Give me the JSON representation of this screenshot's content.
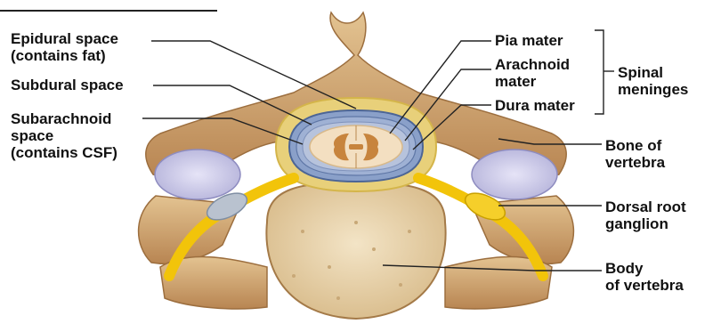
{
  "figure": {
    "labels": {
      "epidural_line1": "Epidural space",
      "epidural_line2": "(contains fat)",
      "subdural": "Subdural space",
      "subarachnoid_line1": "Subarachnoid",
      "subarachnoid_line2": "space",
      "subarachnoid_line3": "(contains CSF)",
      "pia": "Pia mater",
      "arachnoid_line1": "Arachnoid",
      "arachnoid_line2": "mater",
      "dura": "Dura mater",
      "meninges_line1": "Spinal",
      "meninges_line2": "meninges",
      "bone_line1": "Bone of",
      "bone_line2": "vertebra",
      "ganglion_line1": "Dorsal root",
      "ganglion_line2": "ganglion",
      "body_line1": "Body",
      "body_line2": "of vertebra"
    },
    "colors": {
      "bone": "#c99a66",
      "bone_light": "#e3c391",
      "vertebral_body": "#ead6b0",
      "dura": "#8aa0c9",
      "cord": "#f3dfc1",
      "gray_matter": "#c7843d",
      "fat": "#e2c85a",
      "nerve": "#f2c40a",
      "disc": "#c9c8e8"
    }
  }
}
